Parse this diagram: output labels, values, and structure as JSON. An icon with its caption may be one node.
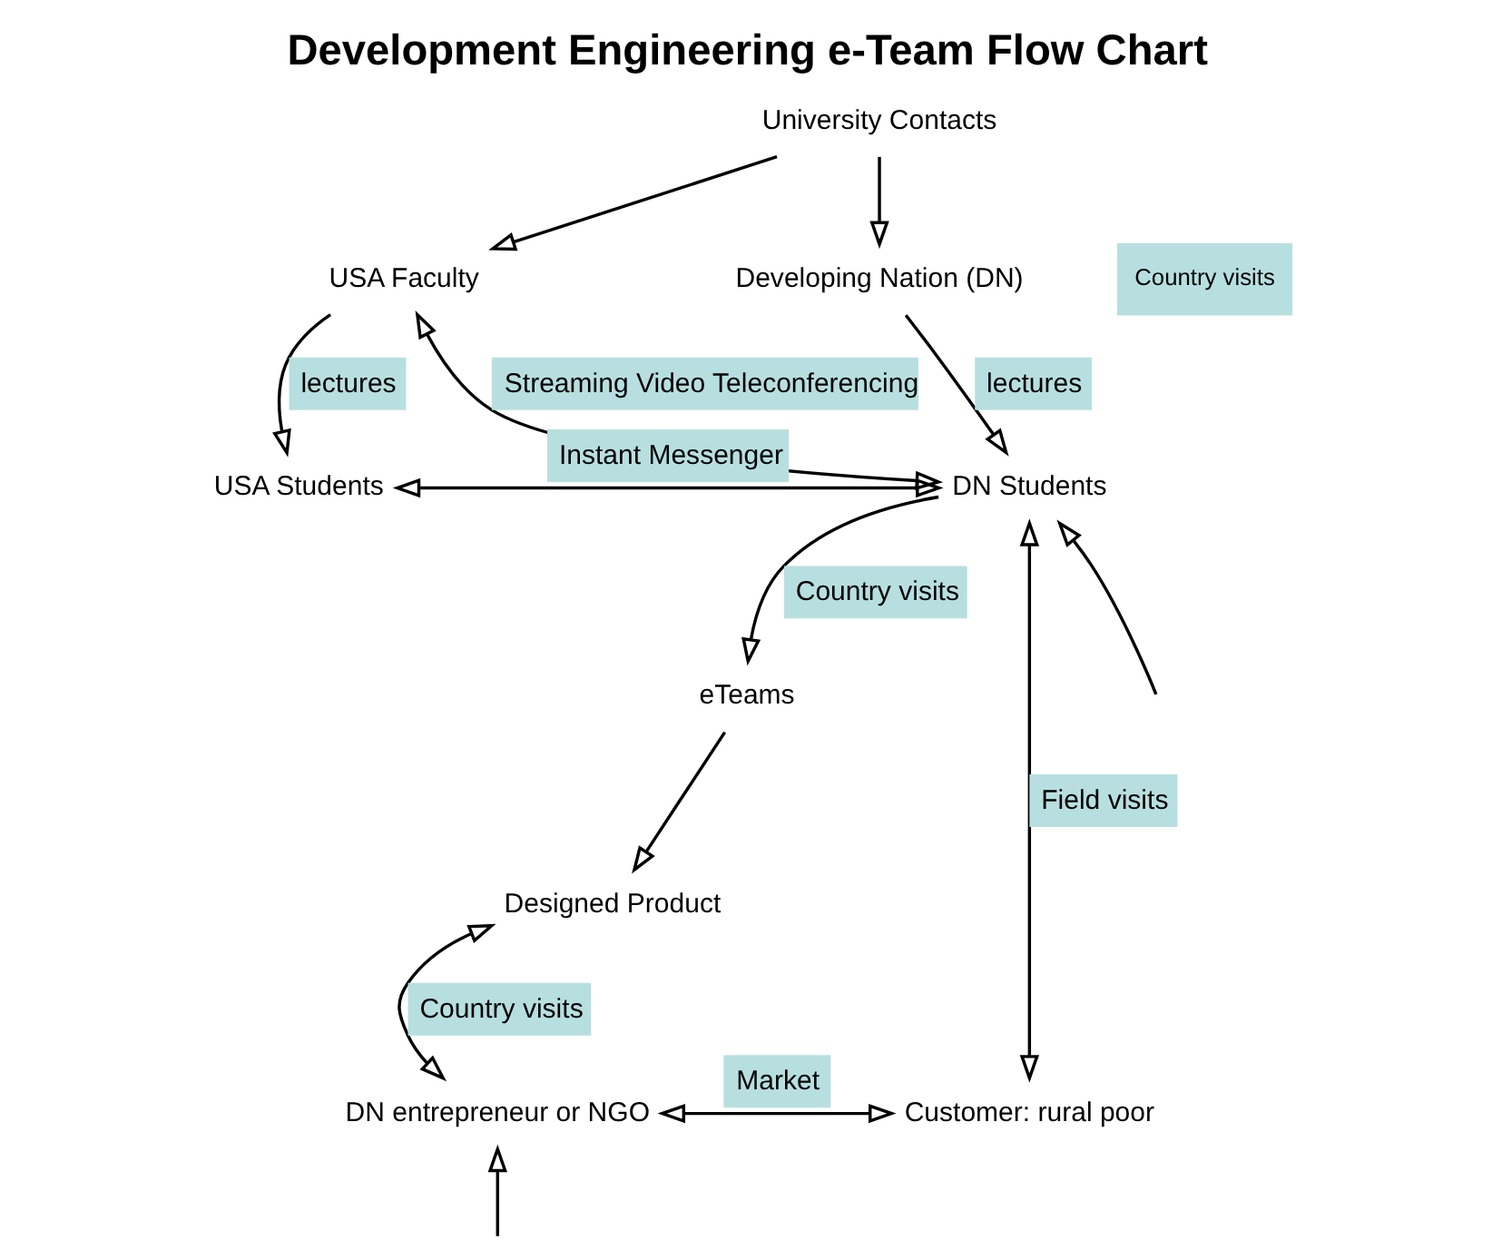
{
  "diagram": {
    "title": "Development Engineering e-Team Flow Chart",
    "nodes": [
      {
        "text": [
          "University Contacts"
        ]
      },
      {
        "text": [
          "USA Faculty"
        ]
      },
      {
        "text": [
          "Developing Nation (DN)"
        ]
      },
      {
        "text": [
          "USA Students"
        ]
      },
      {
        "text": [
          "DN Students"
        ]
      },
      {
        "text": [
          "eTeams"
        ]
      },
      {
        "text": [
          "Designed Product"
        ]
      },
      {
        "text": [
          "DN entrepreneur or NGO"
        ]
      },
      {
        "text": [
          "Customer: rural poor"
        ]
      }
    ],
    "edges": [
      {
        "from": 0,
        "to": 1,
        "arrow": "to"
      },
      {
        "from": 0,
        "to": 2,
        "arrow": "to"
      },
      {
        "from": 1,
        "to": 4,
        "arrow": "both",
        "label": "Streaming Video Teleconferencing"
      },
      {
        "from": 1,
        "to": 3,
        "arrow": "to",
        "label": "lectures"
      },
      {
        "from": 2,
        "to": 4,
        "arrow": "to",
        "label": "lectures"
      },
      {
        "from": 3,
        "to": 4,
        "arrow": "both",
        "label": "Instant Messenger"
      },
      {
        "from": 4,
        "to": 5,
        "arrow": "to",
        "label": "Country visits"
      },
      {
        "from": 5,
        "to": 6,
        "arrow": "to"
      },
      {
        "from": 8,
        "to": 4,
        "arrow": "both",
        "label": "Field visits"
      },
      {
        "from": 7,
        "to": 6,
        "arrow": "both",
        "label": "Country visits"
      },
      {
        "from": 7,
        "to": 8,
        "arrow": "both",
        "label": "Market"
      },
      {
        "from": null,
        "to": 7,
        "arrow": "to"
      },
      {
        "from": null,
        "to": 4,
        "arrow": "to"
      }
    ],
    "labels": [
      "Country visits"
    ]
  }
}
